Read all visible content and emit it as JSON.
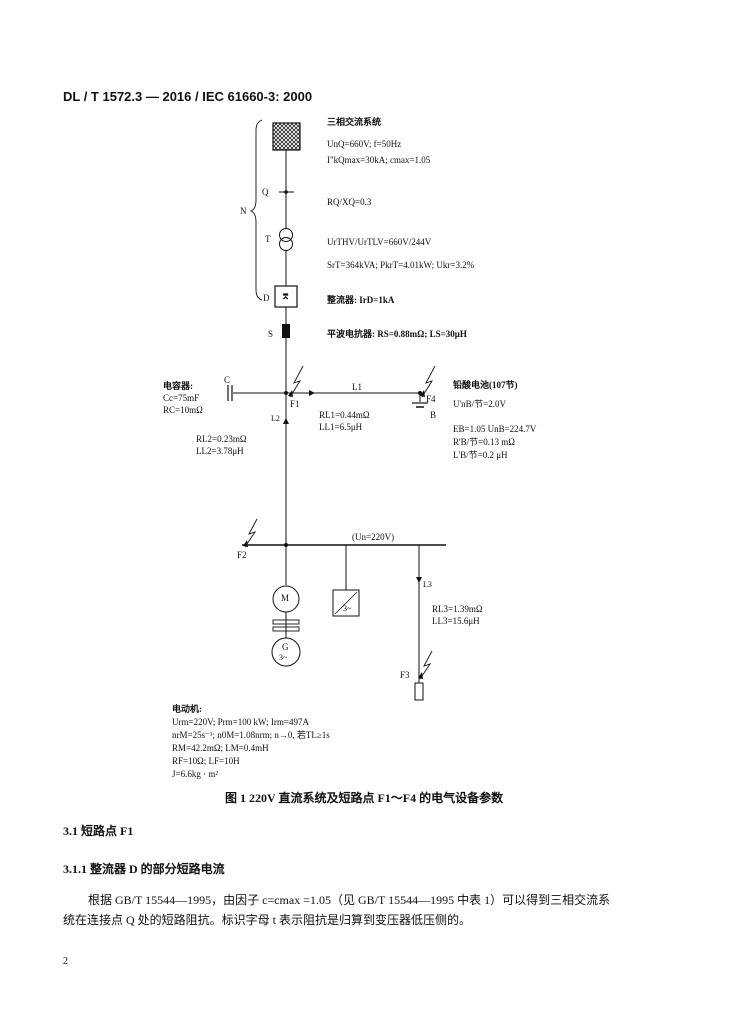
{
  "header": "DL / T 1572.3 — 2016 / IEC 61660-3: 2000",
  "diagram": {
    "sys_title": "三相交流系统",
    "sys_line1": "UnQ=660V; f=50Hz",
    "sys_line2": "I\"kQmax=30kA; cmax=1.05",
    "q": "Q",
    "n": "N",
    "rq": "RQ/XQ=0.3",
    "t": "T",
    "t1": "UrTHV/UrTLV=660V/244V",
    "t2": "SrT=364kVA; PkrT=4.01kW; Ukr=3.2%",
    "d": "D",
    "rect_sym": "⌆",
    "d_text": "整流器: IrD=1kA",
    "s": "S",
    "s_text": "平波电抗器: RS=0.88mΩ; LS=30μH",
    "cap_title": "电容器:",
    "cap_c": "C",
    "cap1": "Cc=75mF",
    "cap2": "RC=10mΩ",
    "f1": "F1",
    "l1": "L1",
    "l1a": "RL1=0.44mΩ",
    "l1b": "LL1=6.5μH",
    "l2": "L2",
    "l2a": "RL2=0.23mΩ",
    "l2b": "LL2=3.78μH",
    "bat_title": "铅酸电池(107节)",
    "f4": "F4",
    "b": "B",
    "bat1": "U'nB/节=2.0V",
    "bat2": "EB=1.05 UnB=224.7V",
    "bat3": "R'B/节=0.13 mΩ",
    "bat4": "L'B/节=0.2 μH",
    "bus": "(Un=220V)",
    "f2": "F2",
    "l3": "L3",
    "l3a": "RL3=1.39mΩ",
    "l3b": "LL3=15.6μH",
    "m": "M",
    "g": "G",
    "g3": "3~",
    "inv3": "3~",
    "f3": "F3"
  },
  "motor": {
    "title": "电动机:",
    "line1": "Urm=220V; Prm=100 kW; Irm=497A",
    "line2": "nrM=25s⁻¹; n0M=1.08nrm; n→0, 若TL≥1s",
    "line3": "RM=42.2mΩ; LM=0.4mH",
    "line4": "RF=10Ω; LF=10H",
    "line5": "J=6.6kg · m²"
  },
  "caption": "图 1   220V 直流系统及短路点 F1～F4 的电气设备参数",
  "sec1": "3.1   短路点 F1",
  "sec2": "3.1.1   整流器 D 的部分短路电流",
  "para1": "根据 GB/T 15544—1995，由因子 c=cmax =1.05（见 GB/T 15544—1995 中表 1）可以得到三相交流系",
  "para2": "统在连接点 Q 处的短路阻抗。标识字母 t 表示阻抗是归算到变压器低压侧的。",
  "page_number": "2"
}
